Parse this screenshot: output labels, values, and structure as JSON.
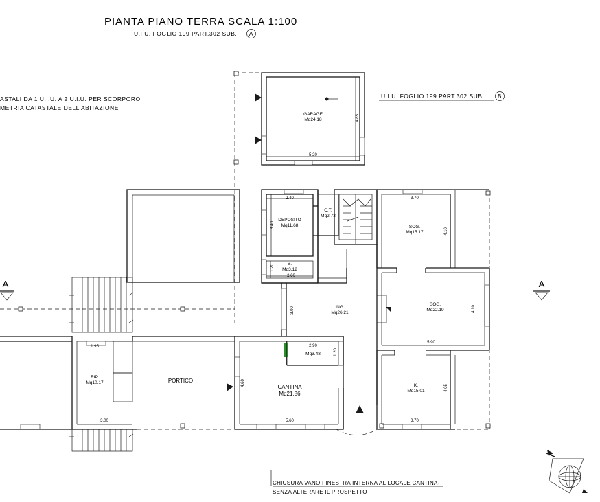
{
  "title": "PIANTA PIANO TERRA SCALA 1:100",
  "unit_a": {
    "text": "U.I.U. FOGLIO 199 PART.302 SUB.",
    "tag": "A"
  },
  "unit_b": {
    "text": "U.I.U. FOGLIO 199 PART.302 SUB.",
    "tag": "B"
  },
  "note_top": [
    "ASTALI DA 1 U.I.U. A 2 U.I.U. PER SCORPORO",
    "METRIA CATASTALE DELL'ABITAZIONE"
  ],
  "note_bottom": [
    "CHIUSURA VANO FINESTRA INTERNA AL LOCALE CANTINA-",
    "SENZA ALTERARE IL PROSPETTO"
  ],
  "section_label": "A",
  "rooms": {
    "garage": {
      "name": "GARAGE",
      "area": "Mq24.18"
    },
    "deposito": {
      "name": "DEPOSITO",
      "area": "Mq11.68"
    },
    "ct": {
      "name": "C.T.",
      "area": "Mq2.73"
    },
    "bagno": {
      "name": "B.",
      "area": "Mq3.12"
    },
    "ingresso": {
      "name": "ING.",
      "area": "Mq26.21"
    },
    "sog1": {
      "name": "SOG.",
      "area": "Mq15.17"
    },
    "sog2": {
      "name": "SOG.",
      "area": "Mq22.19"
    },
    "cucina": {
      "name": "K.",
      "area": "Mq15.01"
    },
    "cantina": {
      "name": "CANTINA",
      "area": "Mq21.86"
    },
    "ripost": {
      "name": "RIP.",
      "area": "Mq10.17"
    },
    "ripost2": {
      "area": "Mq3.48"
    },
    "portico": {
      "name": "PORTICO"
    }
  },
  "dims": {
    "garage_w": "5.20",
    "garage_h": "4.85",
    "deposito_w": "2.40",
    "deposito_h": "3.40",
    "bagno_h": "1.20",
    "bagno_w": "2.60",
    "sog1_w": "3.70",
    "sog1_h": "4.10",
    "sog2_h": "4.10",
    "sog2_w": "5.90",
    "cucina_h": "4.05",
    "cucina_w": "3.70",
    "ing_h": "3.00",
    "r348_w": "2.90",
    "r348_h": "1.20",
    "cantina_h": "4.60",
    "cantina_w": "5.60",
    "rip_w1": "1.95",
    "rip_w2": "3.00"
  },
  "colors": {
    "line": "#1a1a1a",
    "highlight": "#2e8b2e"
  }
}
